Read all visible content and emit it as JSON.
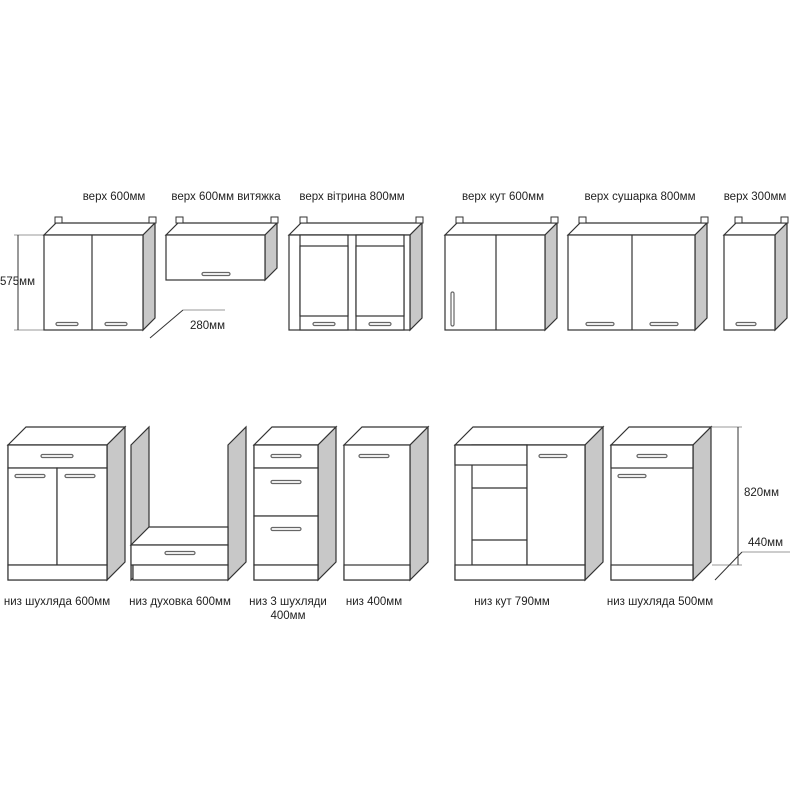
{
  "upper_row": [
    {
      "label": "верх 600мм"
    },
    {
      "label": "верх 600мм витяжка"
    },
    {
      "label": "верх вітрина 800мм"
    },
    {
      "label": "верх кут 600мм"
    },
    {
      "label": "верх сушарка 800мм"
    },
    {
      "label": "верх 300мм"
    }
  ],
  "lower_row": [
    {
      "label": "низ шухляда 600мм"
    },
    {
      "label": "низ духовка 600мм"
    },
    {
      "label": "низ 3 шухляди",
      "label2": "400мм"
    },
    {
      "label": "низ 400мм"
    },
    {
      "label": "низ кут 790мм"
    },
    {
      "label": "низ шухляда 500мм"
    }
  ],
  "dimensions": {
    "upper_height": "575мм",
    "upper_depth": "280мм",
    "lower_height": "820мм",
    "lower_depth": "440мм"
  },
  "colors": {
    "line": "#333333",
    "side": "#c8c8c8",
    "handle": "#666666"
  }
}
